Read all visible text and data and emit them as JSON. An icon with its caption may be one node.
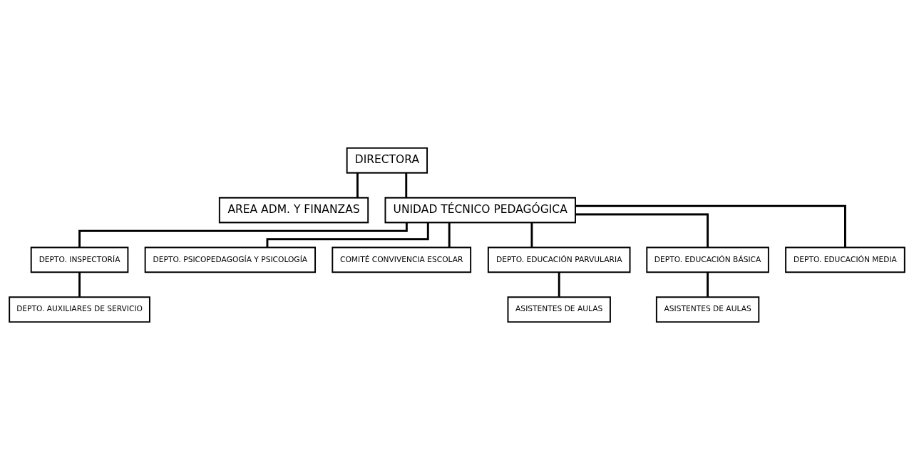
{
  "diagram": {
    "nodes": [
      {
        "text": [
          "DIRECTORA"
        ]
      },
      {
        "text": [
          "AREA ADM. Y FINANZAS"
        ]
      },
      {
        "text": [
          "UNIDAD TÉCNICO PEDAGÓGICA"
        ]
      },
      {
        "text": [
          "DEPTO. INSPECTORÍA"
        ]
      },
      {
        "text": [
          "DEPTO. PSICOPEDAGOGÍA Y PSICOLOGÍA"
        ]
      },
      {
        "text": [
          "COMITÉ CONVIVENCIA ESCOLAR"
        ]
      },
      {
        "text": [
          "DEPTO. EDUCACIÓN PARVULARIA"
        ]
      },
      {
        "text": [
          "DEPTO. EDUCACIÓN BÁSICA"
        ]
      },
      {
        "text": [
          "DEPTO. EDUCACIÓN MEDIA"
        ]
      },
      {
        "text": [
          "DEPTO. AUXILIARES DE SERVICIO"
        ]
      },
      {
        "text": [
          "ASISTENTES DE AULAS"
        ]
      },
      {
        "text": [
          "ASISTENTES DE AULAS"
        ]
      }
    ],
    "edges": [
      {
        "from": 0,
        "to": 1,
        "arrow": "none"
      },
      {
        "from": 0,
        "to": 2,
        "arrow": "none"
      },
      {
        "from": 2,
        "to": 3,
        "arrow": "none"
      },
      {
        "from": 2,
        "to": 4,
        "arrow": "none"
      },
      {
        "from": 2,
        "to": 5,
        "arrow": "none"
      },
      {
        "from": 2,
        "to": 6,
        "arrow": "none"
      },
      {
        "from": 2,
        "to": 7,
        "arrow": "none"
      },
      {
        "from": 2,
        "to": 8,
        "arrow": "none"
      },
      {
        "from": 3,
        "to": 9,
        "arrow": "none"
      },
      {
        "from": 6,
        "to": 10,
        "arrow": "none"
      },
      {
        "from": 7,
        "to": 11,
        "arrow": "none"
      }
    ]
  }
}
